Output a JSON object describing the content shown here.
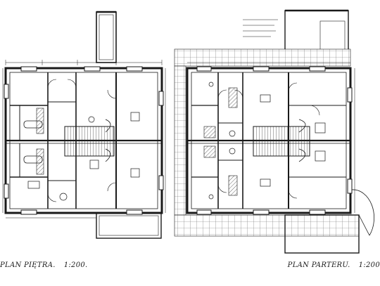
{
  "captions": {
    "upper_floor": {
      "title": "PLAN PIĘTRA.",
      "scale": "1:200."
    },
    "ground_floor": {
      "title": "PLAN PARTERU.",
      "scale": "1:200"
    }
  },
  "colors": {
    "ink": "#1a1a1a",
    "paper": "#ffffff",
    "hatch": "#555555"
  }
}
